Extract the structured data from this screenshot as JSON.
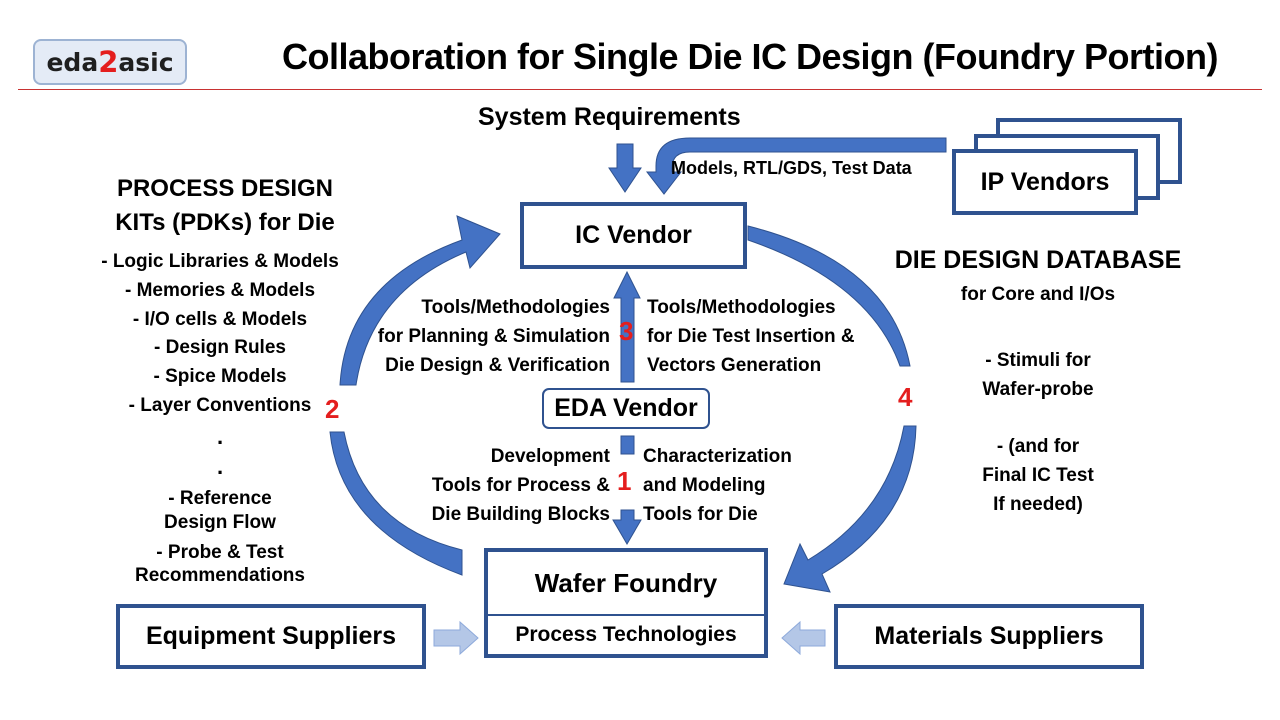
{
  "logo": {
    "prefix": "eda",
    "digit": "2",
    "suffix": "asic"
  },
  "title": "Collaboration for Single Die IC Design (Foundry Portion)",
  "system_requirements": "System Requirements",
  "models_label": "Models, RTL/GDS, Test Data",
  "ip_vendors": "IP Vendors",
  "ic_vendor": "IC Vendor",
  "eda_vendor": "EDA Vendor",
  "wafer_foundry": "Wafer Foundry",
  "process_technologies": "Process Technologies",
  "equipment_suppliers": "Equipment Suppliers",
  "materials_suppliers": "Materials Suppliers",
  "pdk": {
    "heading_1": "PROCESS DESIGN",
    "heading_2": "KITs (PDKs) for Die",
    "items": [
      "- Logic Libraries & Models",
      "- Memories & Models",
      "- I/O cells & Models",
      "- Design Rules",
      "- Spice Models",
      "- Layer Conventions"
    ],
    "dot1": ".",
    "dot2": ".",
    "ref_1": "- Reference",
    "ref_2": "Design Flow",
    "probe_1": "- Probe & Test",
    "probe_2": "Recommendations"
  },
  "database": {
    "heading": "DIE DESIGN DATABASE",
    "sub": "for Core and I/Os",
    "stimuli_1": "- Stimuli for",
    "stimuli_2": "Wafer-probe",
    "final_1": "- (and for",
    "final_2": "Final IC Test",
    "final_3": "If needed)"
  },
  "tools_left": [
    "Tools/Methodologies",
    "for Planning & Simulation",
    "Die Design & Verification"
  ],
  "tools_right": [
    "Tools/Methodologies",
    "for Die Test Insertion &",
    "Vectors Generation"
  ],
  "dev_left": [
    "Development",
    "Tools for Process &",
    "Die Building Blocks"
  ],
  "dev_right": [
    "Characterization",
    "and Modeling",
    "Tools for Die"
  ],
  "numbers": {
    "n1": "1",
    "n2": "2",
    "n3": "3",
    "n4": "4"
  },
  "colors": {
    "box_border": "#2f528f",
    "arrow_fill": "#4472c4",
    "number_red": "#e41e1e",
    "light_arrow": "#b4c7e7"
  }
}
